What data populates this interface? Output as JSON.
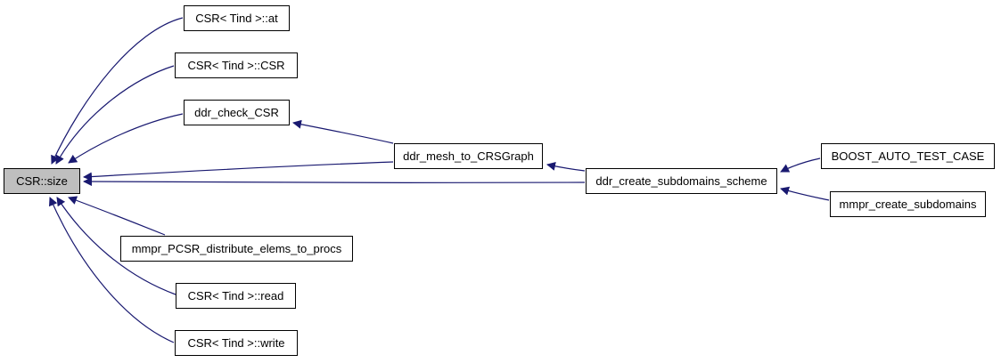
{
  "graph": {
    "root": {
      "label": "CSR::size",
      "fill": "#bfbfbf"
    },
    "nodes": {
      "at": "CSR< Tind >::at",
      "csr": "CSR< Tind >::CSR",
      "check": "ddr_check_CSR",
      "mesh": "ddr_mesh_to_CRSGraph",
      "scheme": "ddr_create_subdomains_scheme",
      "boost": "BOOST_AUTO_TEST_CASE",
      "mmpr_sub": "mmpr_create_subdomains",
      "distribute": "mmpr_PCSR_distribute_elems_to_procs",
      "read": "CSR< Tind >::read",
      "write": "CSR< Tind >::write"
    },
    "edge_color": "#191970",
    "edges": [
      [
        "at",
        "root"
      ],
      [
        "csr",
        "root"
      ],
      [
        "check",
        "root"
      ],
      [
        "mesh",
        "root"
      ],
      [
        "scheme",
        "root"
      ],
      [
        "distribute",
        "root"
      ],
      [
        "read",
        "root"
      ],
      [
        "write",
        "root"
      ],
      [
        "mesh",
        "check"
      ],
      [
        "scheme",
        "mesh"
      ],
      [
        "boost",
        "scheme"
      ],
      [
        "mmpr_sub",
        "scheme"
      ]
    ]
  }
}
